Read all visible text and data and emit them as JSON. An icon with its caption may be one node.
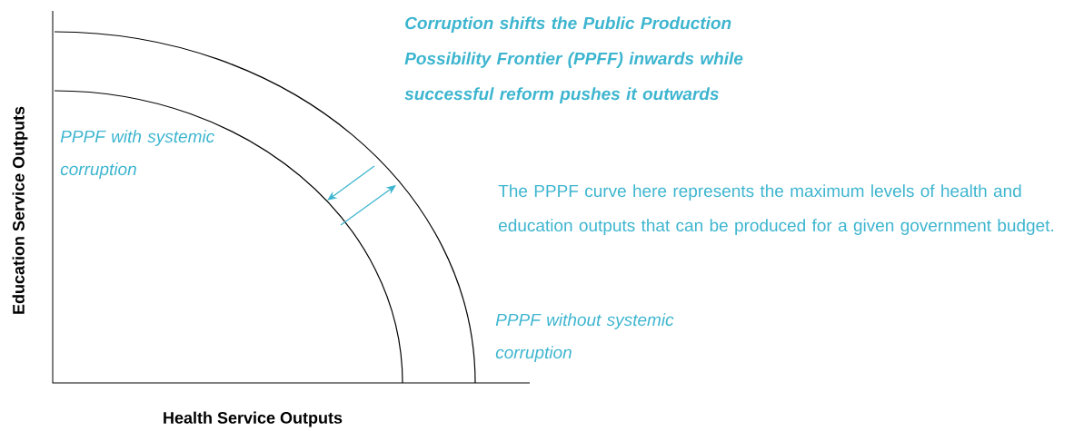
{
  "diagram": {
    "labels": [
      "Corruption shifts the Public Production Possibility Frontier (PPFF) inwards while successful reform pushes it outwards",
      "PPPF with systemic corruption",
      "The PPPF curve here represents the maximum levels of health and education outputs that can be produced for a given government budget.",
      "PPPF without systemic corruption",
      "Education Service Outputs",
      "Health Service Outputs"
    ]
  }
}
